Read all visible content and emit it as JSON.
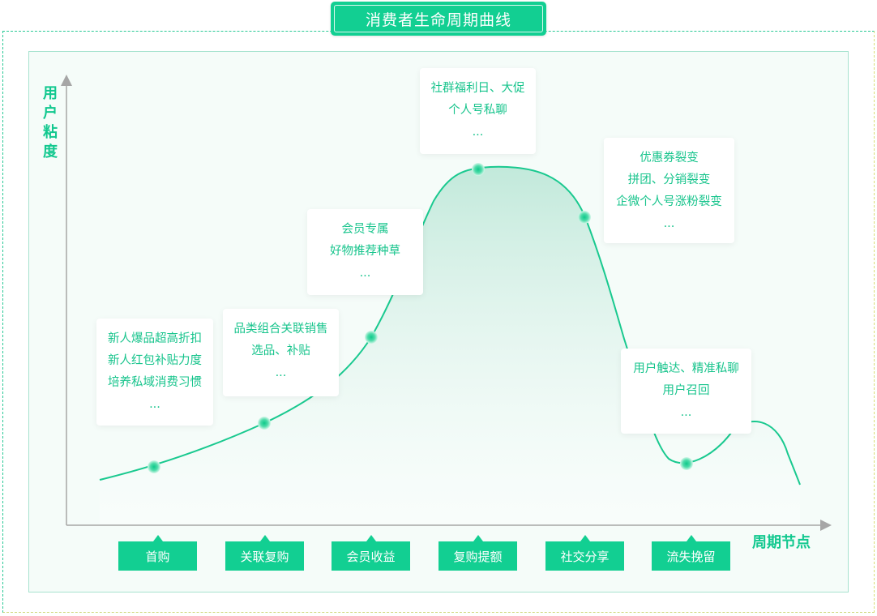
{
  "title": "消费者生命周期曲线",
  "axes": {
    "y_label": "用户粘度",
    "x_label": "周期节点"
  },
  "stages": [
    "首购",
    "关联复购",
    "会员收益",
    "复购提额",
    "社交分享",
    "流失挽留"
  ],
  "callouts": [
    {
      "lines": [
        "新人爆品超高折扣",
        "新人红包补贴力度",
        "培养私域消费习惯",
        "..."
      ]
    },
    {
      "lines": [
        "品类组合关联销售",
        "选品、补贴",
        "..."
      ]
    },
    {
      "lines": [
        "会员专属",
        "好物推荐种草",
        "..."
      ]
    },
    {
      "lines": [
        "社群福利日、大促",
        "个人号私聊",
        "..."
      ]
    },
    {
      "lines": [
        "优惠券裂变",
        "拼团、分销裂变",
        "企微个人号涨粉裂变",
        "..."
      ]
    },
    {
      "lines": [
        "用户触达、精准私聊",
        "用户召回",
        "..."
      ]
    }
  ],
  "colors": {
    "accent": "#12cf92",
    "curve": "#19c98f",
    "axis": "#a6a6a6",
    "text_accent": "#17c48c"
  }
}
